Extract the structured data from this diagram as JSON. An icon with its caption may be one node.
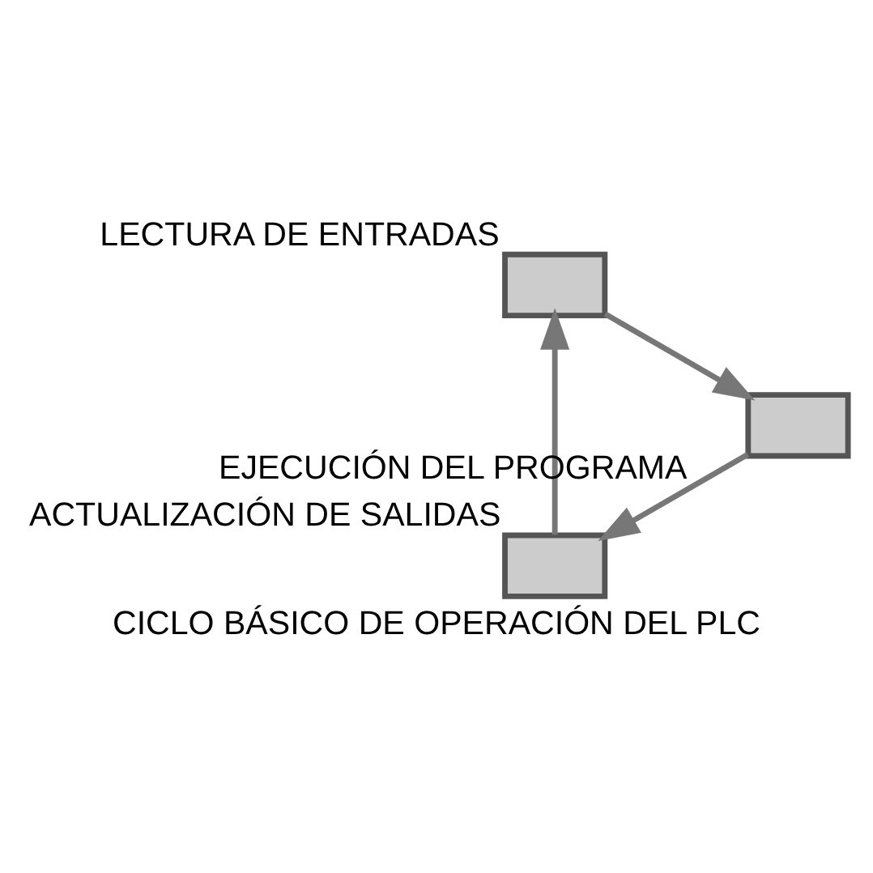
{
  "diagram": {
    "caption": "CICLO BÁSICO DE OPERACIÓN DEL PLC",
    "nodes": [
      {
        "text": [],
        "shape": "box",
        "beside": [
          "ACTUALIZACIÓN DE SALIDAS"
        ]
      },
      {
        "text": [],
        "shape": "box",
        "beside": [
          "LECTURA DE ENTRADAS"
        ]
      },
      {
        "text": [],
        "shape": "box"
      }
    ],
    "edges": [
      {
        "from": 0,
        "to": 1,
        "arrow": "to"
      },
      {
        "from": 1,
        "to": 2,
        "arrow": "to"
      },
      {
        "from": 2,
        "to": 0,
        "arrow": "to",
        "label": "EJECUCIÓN DEL PROGRAMA"
      }
    ]
  }
}
